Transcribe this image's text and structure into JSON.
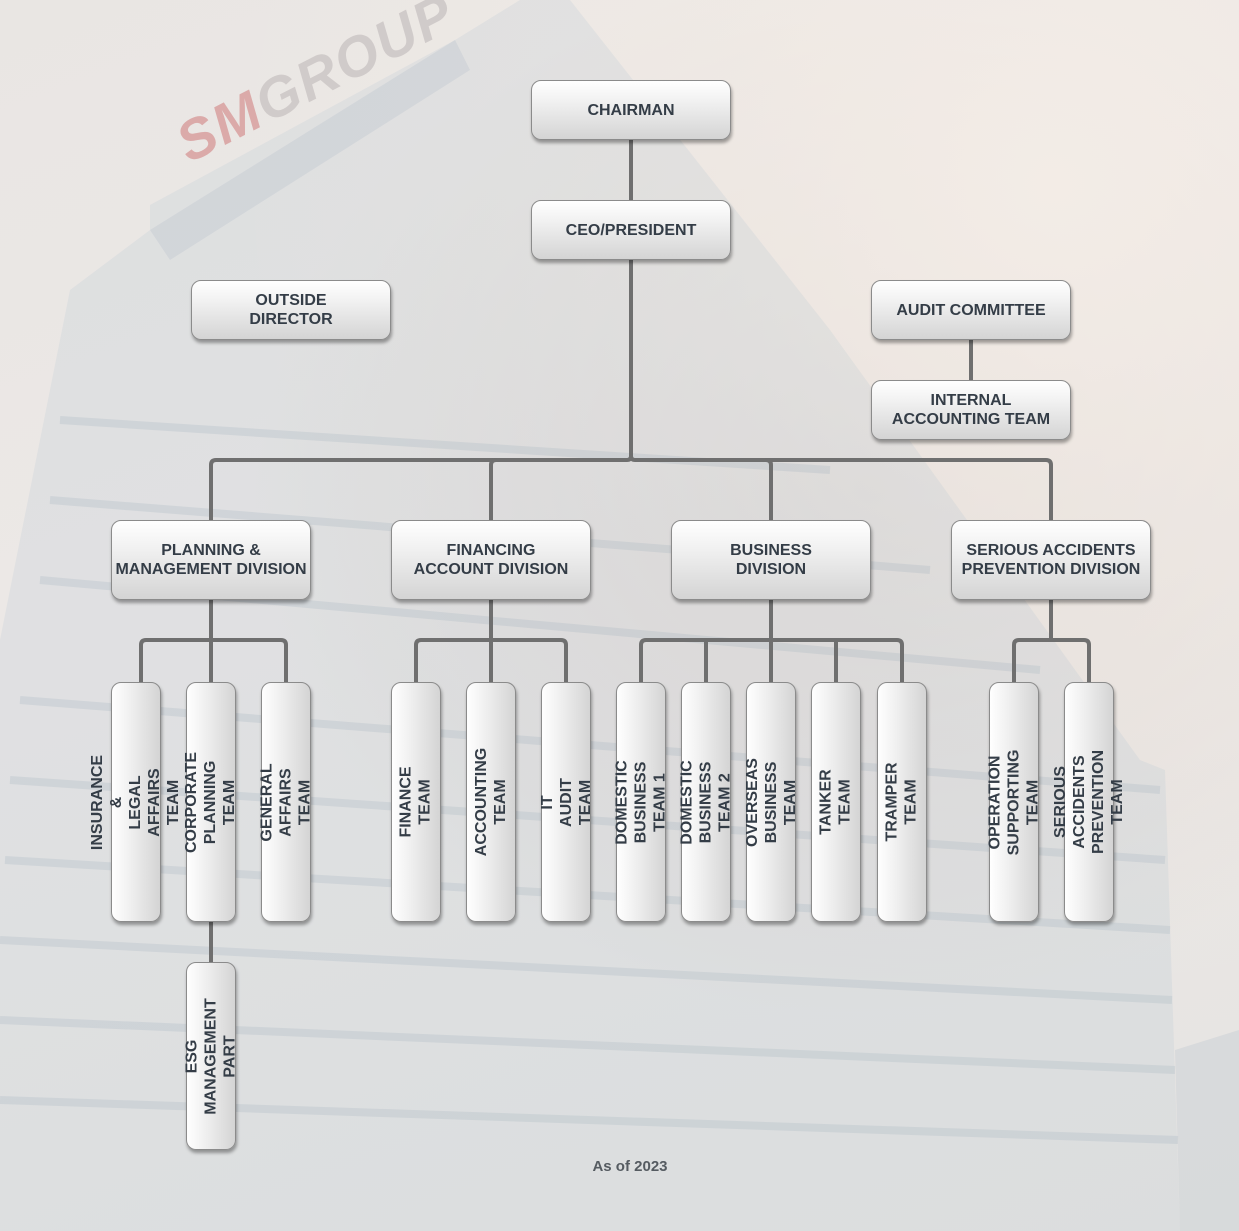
{
  "top": {
    "chairman": "CHAIRMAN",
    "ceo": "CEO/PRESIDENT",
    "outside_director": "OUTSIDE\nDIRECTOR",
    "audit_committee": "AUDIT COMMITTEE",
    "internal_accounting": "INTERNAL\nACCOUNTING TEAM"
  },
  "divisions": [
    {
      "name": "PLANNING &\nMANAGEMENT DIVISION",
      "teams": [
        "INSURANCE &\nLEGAL AFFAIRS TEAM",
        "CORPORATE\nPLANNING TEAM",
        "GENERAL\nAFFAIRS TEAM"
      ],
      "subpart": "ESG MANAGEMENT\nPART"
    },
    {
      "name": "FINANCING\nACCOUNT DIVISION",
      "teams": [
        "FINANCE TEAM",
        "ACCOUNTING TEAM",
        "IT AUDIT TEAM"
      ]
    },
    {
      "name": "BUSINESS\nDIVISION",
      "teams": [
        "DOMESTIC\nBUSINESS TEAM 1",
        "DOMESTIC\nBUSINESS TEAM 2",
        "OVERSEAS\nBUSINESS TEAM",
        "TANKER TEAM",
        "TRAMPER TEAM"
      ]
    },
    {
      "name": "SERIOUS ACCIDENTS\nPREVENTION DIVISION",
      "teams": [
        "OPERATION\nSUPPORTING TEAM",
        "SERIOUS ACCIDENTS\nPREVENTION TEAM"
      ]
    }
  ],
  "background_logo": {
    "sm": "SM",
    "group": "GROUP"
  },
  "footer": "As of  2023",
  "colors": {
    "connector": "#6f6f6f",
    "box_text": "#343d47",
    "box_border": "#8b8b8b"
  }
}
